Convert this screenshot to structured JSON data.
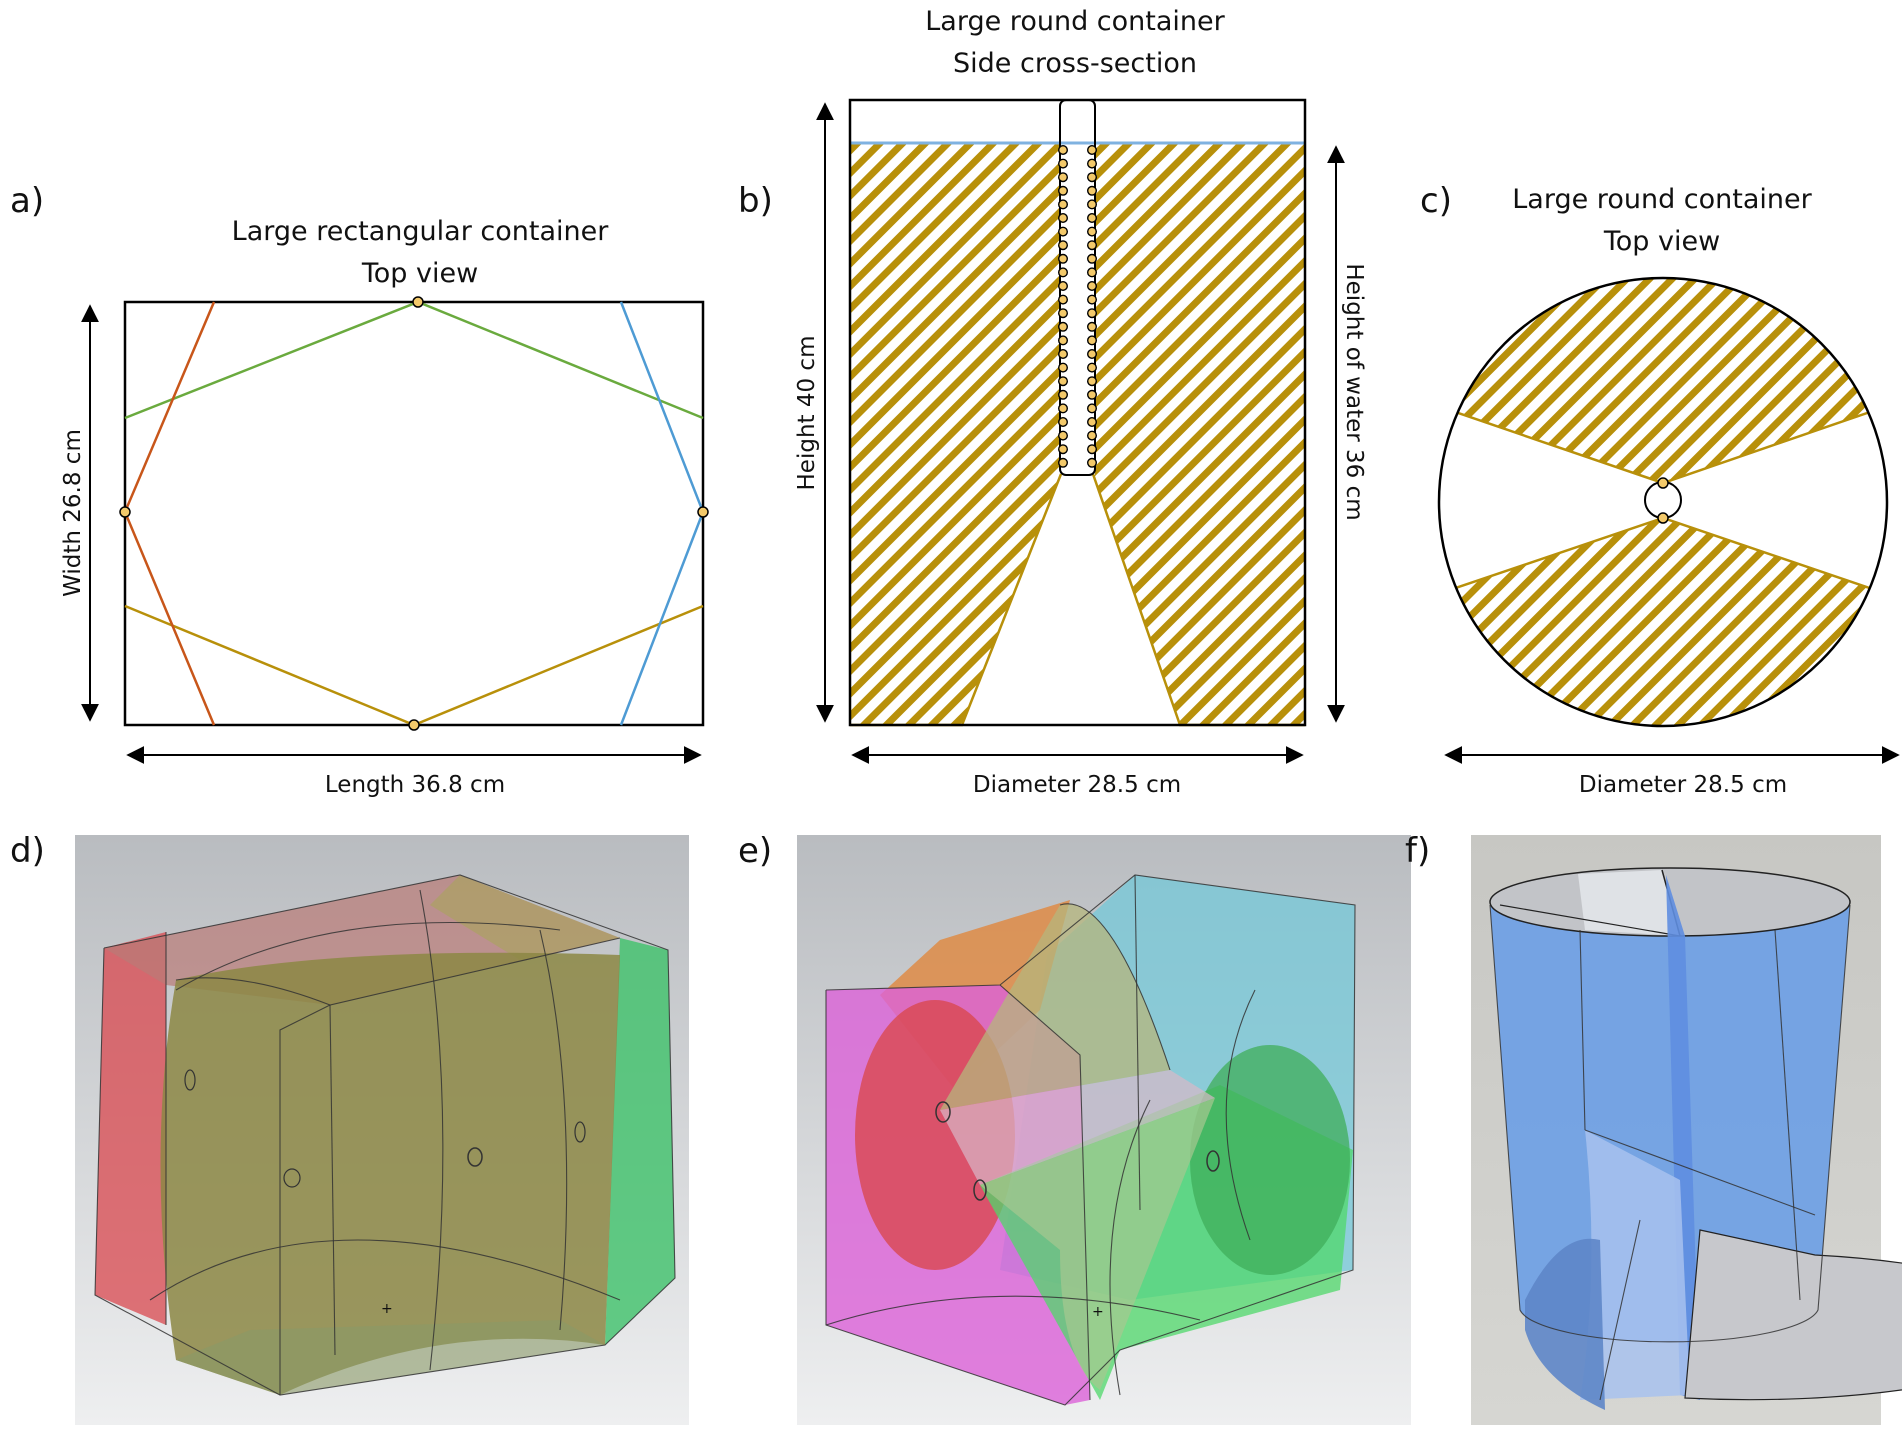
{
  "panels": {
    "a": {
      "label": "a)",
      "title_line1": "Large rectangular container",
      "title_line2": "Top view",
      "width_label": "Width 26.8 cm",
      "length_label": "Length 36.8 cm"
    },
    "b": {
      "label": "b)",
      "title_line1": "Large round container",
      "title_line2": "Side cross-section",
      "height_label": "Height 40 cm",
      "water_label": "Height of water  36 cm",
      "diameter_label": "Diameter 28.5 cm"
    },
    "c": {
      "label": "c)",
      "title_line1": "Large round container",
      "title_line2": "Top view",
      "diameter_label": "Diameter 28.5 cm"
    },
    "d": {
      "label": "d)"
    },
    "e": {
      "label": "e)"
    },
    "f": {
      "label": "f)"
    }
  },
  "colors": {
    "gold": "#b8900a",
    "orange": "#c8561a",
    "green": "#6aaa3e",
    "blue": "#4e9bd4",
    "water": "#7fb2e0"
  }
}
